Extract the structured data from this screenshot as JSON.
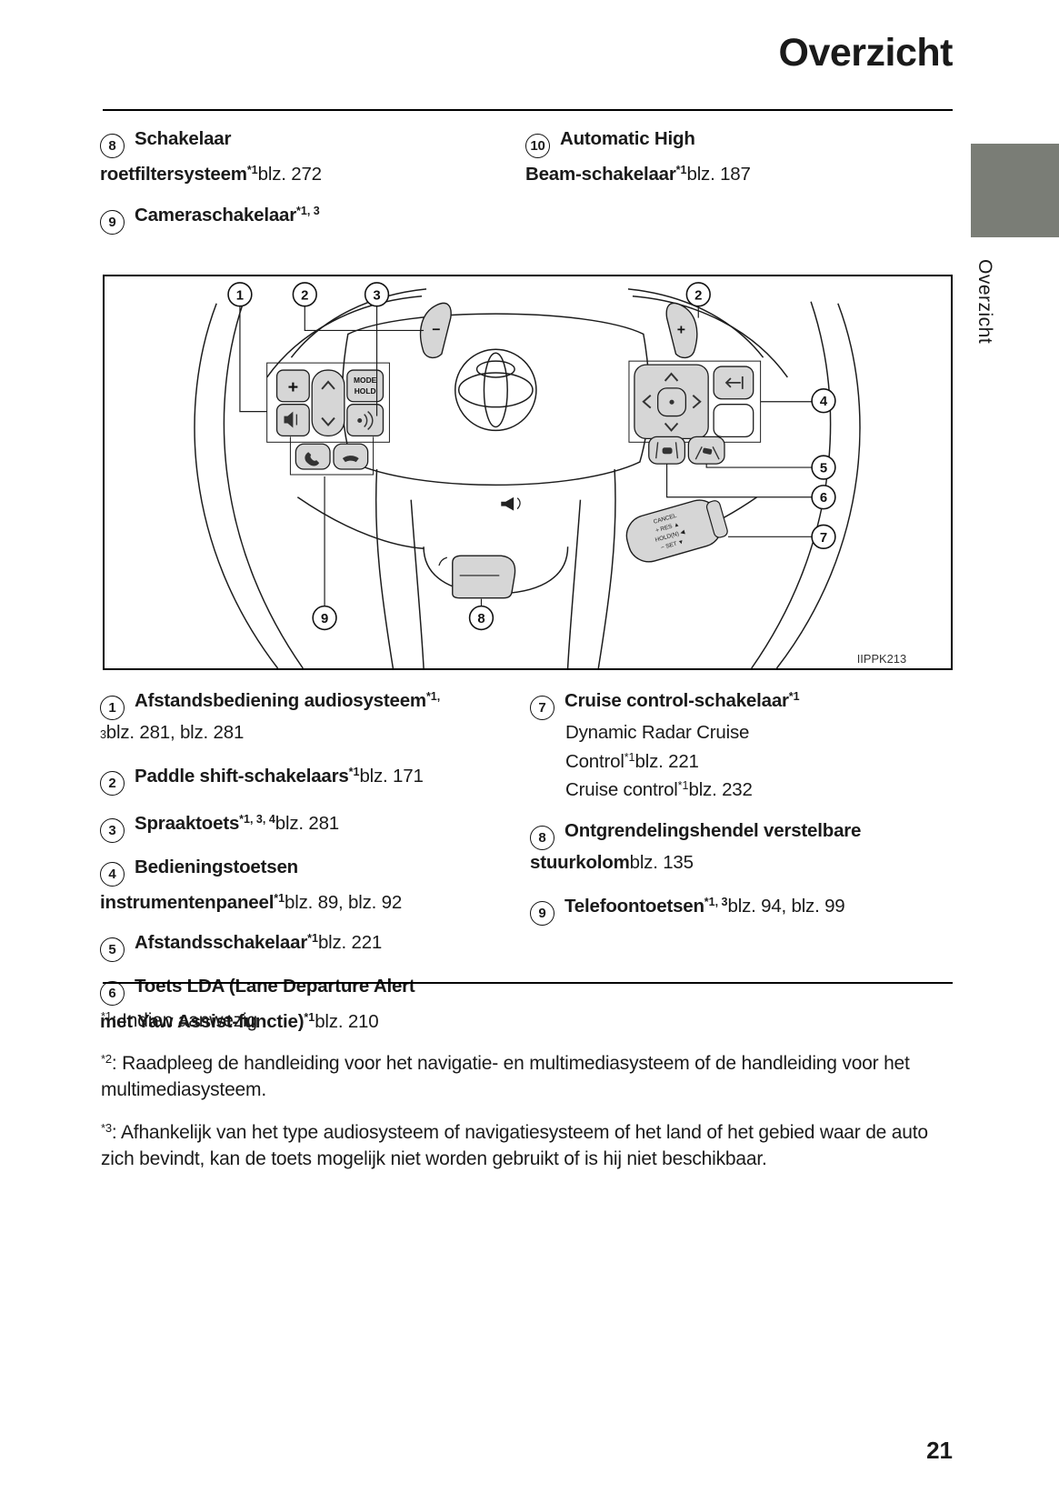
{
  "page": {
    "title": "Overzicht",
    "sidebar_label": "Overzicht",
    "page_number": "21"
  },
  "colors": {
    "tab_gray": "#7a7d76",
    "text": "#1a1a1a",
    "button_fill": "#d6d6d6",
    "line": "#1c1c1c"
  },
  "top_legend": {
    "left": [
      {
        "num": "8",
        "lines": [
          [
            {
              "t": "Schakelaar",
              "b": 1
            }
          ],
          [
            {
              "t": "roetfiltersysteem",
              "b": 1
            },
            {
              "t": "*1",
              "b": 1,
              "sup": 1
            },
            {
              "t": "blz. 272"
            }
          ]
        ]
      },
      {
        "num": "9",
        "lines": [
          [
            {
              "t": "Cameraschakelaar",
              "b": 1
            },
            {
              "t": "*1, 3",
              "b": 1,
              "sup": 1
            }
          ]
        ]
      }
    ],
    "right": [
      {
        "num": "10",
        "lines": [
          [
            {
              "t": "Automatic High",
              "b": 1
            }
          ],
          [
            {
              "t": "Beam-schakelaar",
              "b": 1
            },
            {
              "t": "*1",
              "b": 1,
              "sup": 1
            },
            {
              "t": "blz. 187"
            }
          ]
        ]
      }
    ]
  },
  "legend": {
    "left": [
      {
        "num": "1",
        "lines": [
          [
            {
              "t": "Afstandsbediening audiosysteem",
              "b": 1
            },
            {
              "t": "*1,",
              "b": 1,
              "sup": 1
            }
          ],
          [
            {
              "t": "3",
              "small": 1
            },
            {
              "t": "blz. 281, blz. 281"
            }
          ]
        ]
      },
      {
        "num": "2",
        "lines": [
          [
            {
              "t": "Paddle shift-schakelaars",
              "b": 1
            },
            {
              "t": "*1",
              "b": 1,
              "sup": 1
            },
            {
              "t": "blz. 171"
            }
          ]
        ]
      },
      {
        "num": "3",
        "lines": [
          [
            {
              "t": "Spraaktoets",
              "b": 1
            },
            {
              "t": "*1, 3, 4",
              "b": 1,
              "sup": 1
            },
            {
              "t": "blz. 281"
            }
          ]
        ]
      },
      {
        "num": "4",
        "lines": [
          [
            {
              "t": "Bedieningstoetsen",
              "b": 1
            }
          ],
          [
            {
              "t": "instrumentenpaneel",
              "b": 1
            },
            {
              "t": "*1",
              "b": 1,
              "sup": 1
            },
            {
              "t": "blz. 89, blz. 92"
            }
          ]
        ]
      },
      {
        "num": "5",
        "lines": [
          [
            {
              "t": "Afstandsschakelaar",
              "b": 1
            },
            {
              "t": "*1",
              "b": 1,
              "sup": 1
            },
            {
              "t": "blz. 221"
            }
          ]
        ]
      },
      {
        "num": "6",
        "lines": [
          [
            {
              "t": "Toets LDA (Lane Departure Alert",
              "b": 1
            }
          ],
          [
            {
              "t": "met Yaw Assist-functie)",
              "b": 1
            },
            {
              "t": "*1",
              "b": 1,
              "sup": 1
            },
            {
              "t": "blz. 210"
            }
          ]
        ]
      }
    ],
    "right": [
      {
        "num": "7",
        "lines": [
          [
            {
              "t": "Cruise control-schakelaar",
              "b": 1
            },
            {
              "t": "*1",
              "b": 1,
              "sup": 1
            }
          ],
          [
            {
              "t": "Dynamic Radar Cruise",
              "ind": 1
            }
          ],
          [
            {
              "t": "Control",
              "ind": 1
            },
            {
              "t": "*1",
              "sup": 1
            },
            {
              "t": "blz. 221"
            }
          ],
          [
            {
              "t": "Cruise control",
              "ind": 1
            },
            {
              "t": "*1",
              "sup": 1
            },
            {
              "t": "blz. 232"
            }
          ]
        ]
      },
      {
        "num": "8",
        "lines": [
          [
            {
              "t": "Ontgrendelingshendel verstelbare",
              "b": 1
            }
          ],
          [
            {
              "t": "stuurkolom",
              "b": 1
            },
            {
              "t": "blz. 135"
            }
          ]
        ]
      },
      {
        "num": "9",
        "lines": [
          [
            {
              "t": "Telefoontoetsen",
              "b": 1
            },
            {
              "t": "*1, 3",
              "b": 1,
              "sup": 1
            },
            {
              "t": "blz. 94, blz. 99"
            }
          ]
        ]
      }
    ]
  },
  "footnotes": [
    {
      "marker": "*1",
      "text": ": Indien aanwezig"
    },
    {
      "marker": "*2",
      "text": ": Raadpleeg de handleiding voor het navigatie- en multimediasysteem of de handleiding voor het multimediasysteem."
    },
    {
      "marker": "*3",
      "text": ": Afhankelijk van het type audiosysteem of navigatiesysteem of het land of het gebied waar de auto zich bevindt, kan de toets mogelijk niet worden gebruikt of is hij niet beschikbaar."
    }
  ],
  "diagram": {
    "figure_code": "IIPPK213",
    "callouts": [
      {
        "n": "1"
      },
      {
        "n": "2"
      },
      {
        "n": "3"
      },
      {
        "n": "2"
      },
      {
        "n": "4"
      },
      {
        "n": "5"
      },
      {
        "n": "6"
      },
      {
        "n": "7"
      },
      {
        "n": "8"
      },
      {
        "n": "9"
      }
    ],
    "labels": {
      "mode": "MODE",
      "hold": "HOLD",
      "vol_plus": "+",
      "paddle_minus": "−",
      "paddle_plus": "+",
      "cancel": "CANCEL",
      "res": "+ RES ▲",
      "hold_n": "HOLD(N) ◀",
      "set": "− SET ▼"
    }
  }
}
